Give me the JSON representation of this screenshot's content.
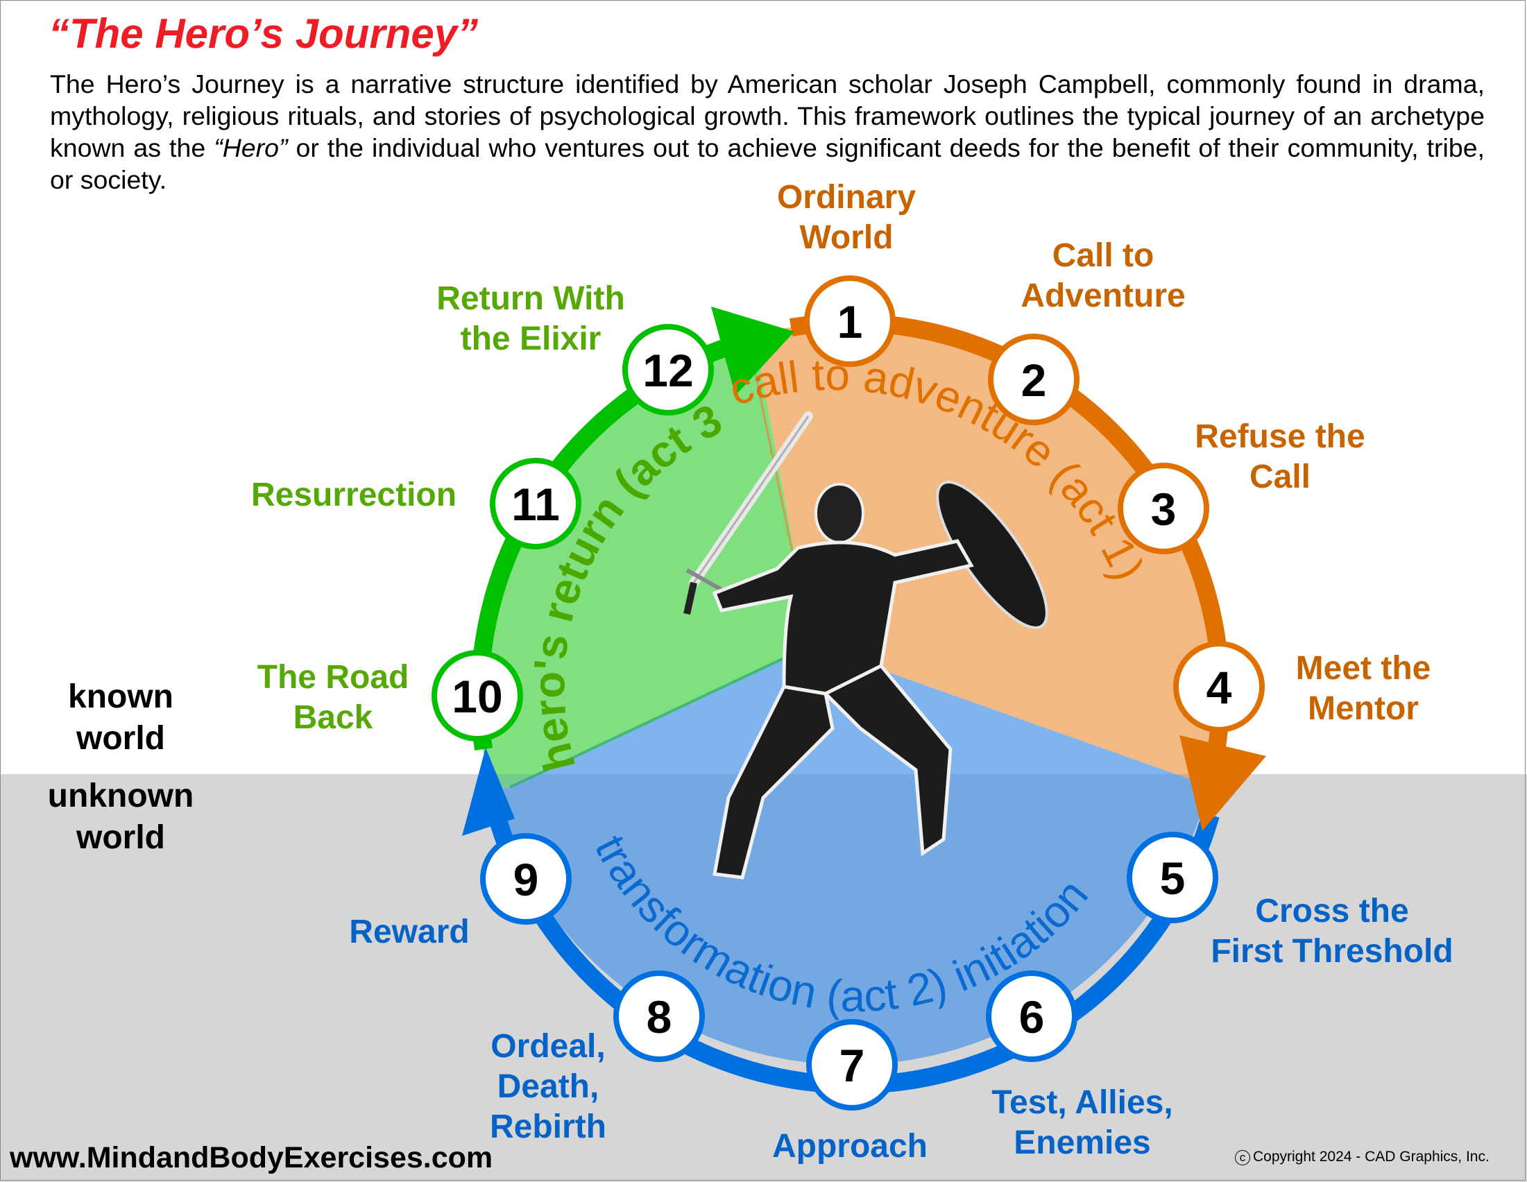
{
  "header": {
    "title": "“The Hero’s Journey”",
    "intro_part1": "The Hero’s Journey is a narrative structure identified by American scholar Joseph Campbell, commonly found in drama, mythology, religious rituals, and stories of psychological growth. This framework outlines the typical journey of an archetype known as the ",
    "intro_emphasis": "“Hero”",
    "intro_part2": " or the individual who ventures out to achieve significant deeds for the benefit of their community, tribe, or society."
  },
  "colors": {
    "title": "#ee1c24",
    "act1_ring": "#e07000",
    "act1_fill": "#f2b982",
    "act1_label": "#c86400",
    "act2_ring": "#0070e0",
    "act2_fill": "#80b4ee",
    "act2_label": "#0563c8",
    "act3_ring": "#00c000",
    "act3_fill": "#80e080",
    "act3_label": "#55a805",
    "unknown_world_band": "#d6d6d6"
  },
  "acts": [
    {
      "id": "act1",
      "label": "call to adventure (act 1)"
    },
    {
      "id": "act2",
      "label": "transformation  (act 2)  initiation"
    },
    {
      "id": "act3",
      "label": "hero's return (act 3)"
    }
  ],
  "stages": [
    {
      "number": "1",
      "line1": "Ordinary",
      "line2": "World",
      "act": "act1"
    },
    {
      "number": "2",
      "line1": "Call to",
      "line2": "Adventure",
      "act": "act1"
    },
    {
      "number": "3",
      "line1": "Refuse the",
      "line2": "Call",
      "act": "act1"
    },
    {
      "number": "4",
      "line1": "Meet the",
      "line2": "Mentor",
      "act": "act1"
    },
    {
      "number": "5",
      "line1": "Cross the",
      "line2": "First Threshold",
      "act": "act2"
    },
    {
      "number": "6",
      "line1": "Test, Allies,",
      "line2": "Enemies",
      "act": "act2"
    },
    {
      "number": "7",
      "line1": "Approach",
      "line2": "",
      "act": "act2"
    },
    {
      "number": "8",
      "line1": "Ordeal,",
      "line2": "Death,",
      "line3": "Rebirth",
      "act": "act2"
    },
    {
      "number": "9",
      "line1": "Reward",
      "line2": "",
      "act": "act2"
    },
    {
      "number": "10",
      "line1": "The Road",
      "line2": "Back",
      "act": "act3"
    },
    {
      "number": "11",
      "line1": "Resurrection",
      "line2": "",
      "act": "act3"
    },
    {
      "number": "12",
      "line1": "Return With",
      "line2": "the Elixir",
      "act": "act3"
    }
  ],
  "worlds": {
    "known_line1": "known",
    "known_line2": "world",
    "unknown_line1": "unknown",
    "unknown_line2": "world"
  },
  "center_image": "hero-statue-with-sword-and-shield",
  "footer": {
    "url": "www.MindandBodyExercises.com",
    "copyright_symbol": "c",
    "copyright": "Copyright 2024 - CAD Graphics, Inc."
  }
}
